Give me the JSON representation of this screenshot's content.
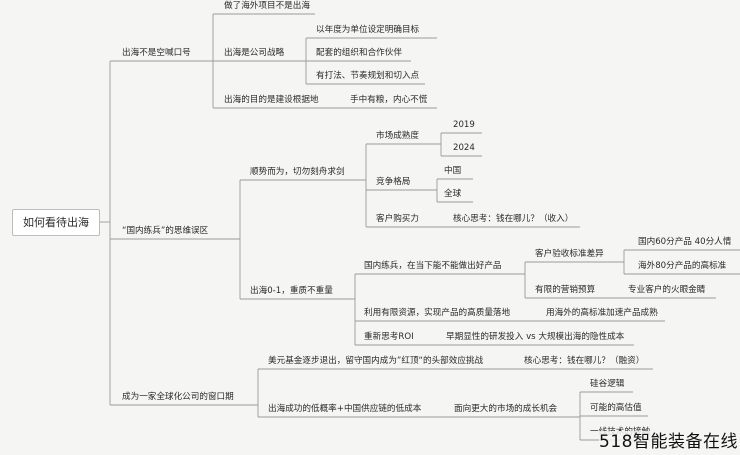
{
  "root": {
    "label": "如何看待出海"
  },
  "branches": {
    "b1": {
      "label": "出海不是空喊口号",
      "c1": "做了海外项目不是出海",
      "c2": {
        "label": "出海是公司战略",
        "i1": "以年度为单位设定明确目标",
        "i2": "配套的组织和合作伙伴",
        "i3": "有打法、节奏规划和切入点"
      },
      "c3": {
        "label": "出海的目的是建设根据地",
        "i1": "手中有粮，内心不慌"
      }
    },
    "b2": {
      "label": "“国内练兵”的思维误区",
      "c1": {
        "label": "顺势而为，切勿刻舟求剑",
        "m1": {
          "label": "市场成熟度",
          "i1": "2019",
          "i2": "2024"
        },
        "m2": {
          "label": "竞争格局",
          "i1": "中国",
          "i2": "全球"
        },
        "m3": {
          "label": "客户购买力",
          "i1": "核心思考：钱在哪儿？（收入）"
        }
      },
      "c2": {
        "label": "出海0-1，重质不重量",
        "m1": {
          "label": "国内练兵，在当下能不能做出好产品",
          "n1": {
            "label": "客户验收标准差异",
            "i1": "国内60分产品 40分人情",
            "i2": "海外80分产品的高标准"
          },
          "n2": {
            "label": "有限的营销预算",
            "i1": "专业客户的火眼金睛"
          }
        },
        "m2": {
          "label": "利用有限资源，实现产品的高质量落地",
          "i1": "用海外的高标准加速产品成熟"
        },
        "m3": {
          "label": "重新思考ROI",
          "i1": "早期显性的研发投入 vs 大规模出海的隐性成本"
        }
      }
    },
    "b3": {
      "label": "成为一家全球化公司的窗口期",
      "c1": {
        "label": "美元基金逐步退出，留守国内成为”红顶“的头部效应挑战",
        "i1": "核心思考：钱在哪儿？（融资）"
      },
      "c2": {
        "label": "出海成功的低概率+中国供应链的低成本",
        "m1": {
          "label": "面向更大的市场的成长机会",
          "i1": "硅谷逻辑",
          "i2": "可能的高估值",
          "i3": "一线技术的接触"
        }
      }
    }
  },
  "watermark": "518智能装备在线"
}
